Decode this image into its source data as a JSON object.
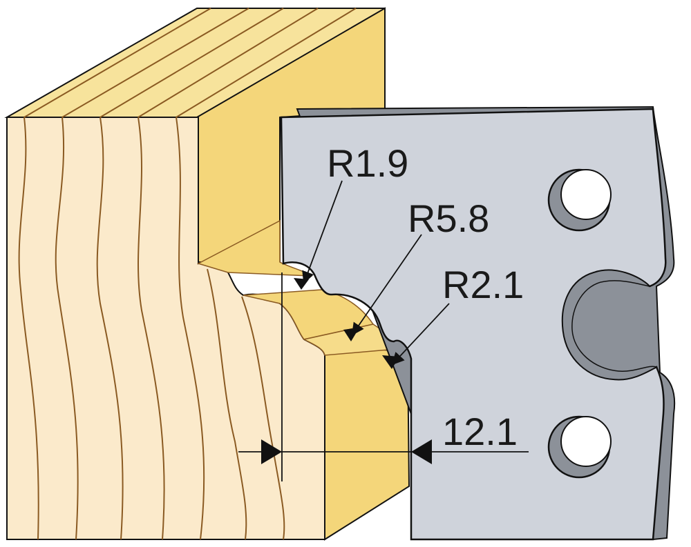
{
  "colors": {
    "wood_face": "#FBEACB",
    "wood_top": "#F7E39C",
    "wood_end": "#F4D67A",
    "wood_line": "#8A5A22",
    "steel_face": "#CFD3DB",
    "steel_edge": "#8C9199",
    "outline": "#111111"
  },
  "dimensions": {
    "r1": "R1.9",
    "r2": "R5.8",
    "r3": "R2.1",
    "width": "12.1"
  }
}
